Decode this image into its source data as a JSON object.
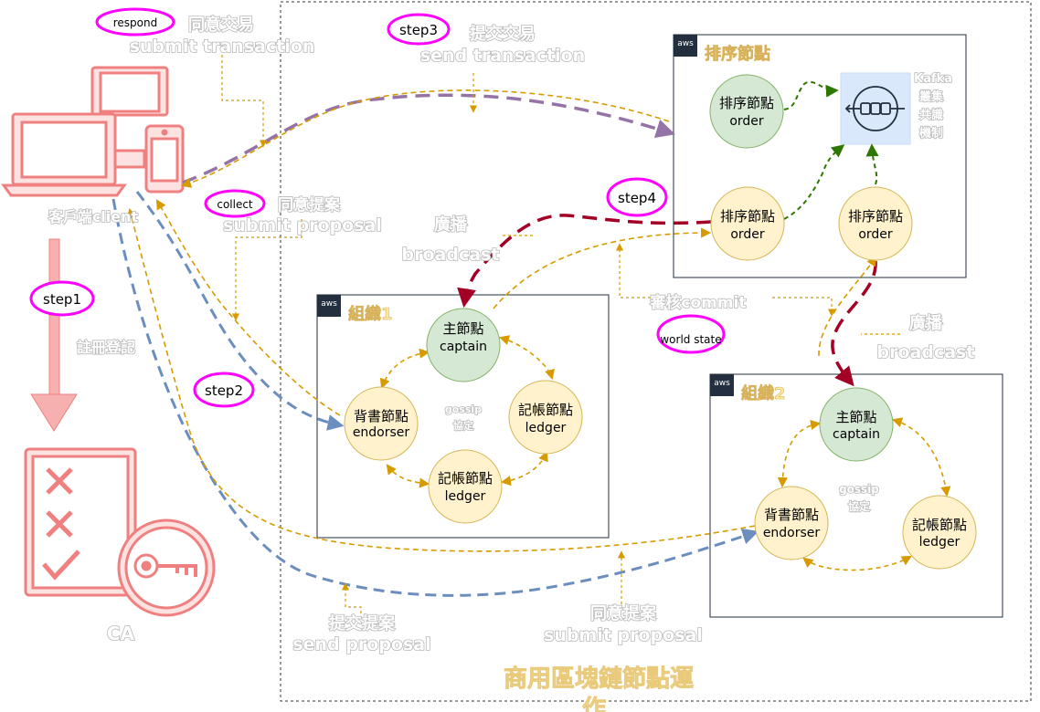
{
  "client": {
    "label": "客戶端client"
  },
  "ca": {
    "label": "CA"
  },
  "register": {
    "label": "註冊登記"
  },
  "network": {
    "label": "商用區塊鏈節點運",
    "label_cut": "作"
  },
  "orderer_group": {
    "title": "排序節點",
    "kafka": [
      "Kafka",
      "叢集",
      "共識",
      "機制"
    ]
  },
  "org1": {
    "title": "組織1",
    "gossip": [
      "gossip",
      "協定"
    ]
  },
  "org2": {
    "title": "組織2",
    "gossip": [
      "gossip",
      "協定"
    ]
  },
  "nodes": {
    "order_green": {
      "line1": "排序節點",
      "line2": "order"
    },
    "order_yellow_a": {
      "line1": "排序節點",
      "line2": "order"
    },
    "order_yellow_b": {
      "line1": "排序節點",
      "line2": "order"
    },
    "org1_captain": {
      "line1": "主節點",
      "line2": "captain"
    },
    "org1_endorser": {
      "line1": "背書節點",
      "line2": "endorser"
    },
    "org1_ledger_right": {
      "line1": "記帳節點",
      "line2": "ledger"
    },
    "org1_ledger_bottom": {
      "line1": "記帳節點",
      "line2": "ledger"
    },
    "org2_captain": {
      "line1": "主節點",
      "line2": "captain"
    },
    "org2_endorser": {
      "line1": "背書節點",
      "line2": "endorser"
    },
    "org2_ledger": {
      "line1": "記帳節點",
      "line2": "ledger"
    }
  },
  "steps": {
    "respond": "respond",
    "step1": "step1",
    "step2": "step2",
    "step3": "step3",
    "step4": "step4",
    "collect": "collect",
    "world_state": "world state"
  },
  "labels": {
    "agree_tx": [
      "同意交易",
      "submit transaction"
    ],
    "submit_tx": [
      "提交交易",
      "send transaction"
    ],
    "agree_proposal_top": [
      "同意提案",
      "submit proposal"
    ],
    "broadcast_top": [
      "廣播",
      "broadcast"
    ],
    "audit": "審核commit",
    "broadcast_right": [
      "廣播",
      "broadcast"
    ],
    "send_proposal": [
      "提交提案",
      "send proposal"
    ],
    "agree_proposal_bottom": [
      "同意提案",
      "submit proposal"
    ]
  },
  "aws_badge": "aws",
  "colors": {
    "pink": "#f08080",
    "gold_dashed": "#d79b00",
    "blue_dashed": "#6c8ebf",
    "purple_dashed": "#9673a6",
    "crimson": "#a20025",
    "green_arrow": "#2d7600",
    "green_fill": "#d5e8d4",
    "yellow_fill": "#fff2cc",
    "magenta_ring": "#ff00ff"
  }
}
